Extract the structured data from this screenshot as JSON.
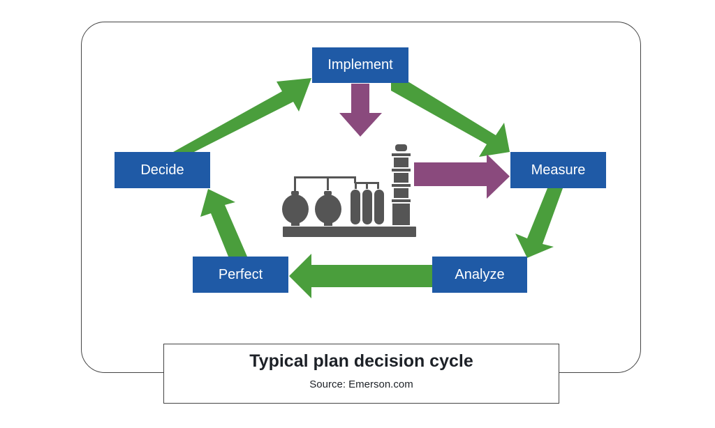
{
  "diagram": {
    "title": "Typical plan decision cycle",
    "source": "Source: Emerson.com",
    "colors": {
      "node_fill": "#1f5aa6",
      "cycle_arrow": "#4a9e3c",
      "flow_arrow": "#8a4a7d",
      "plant_icon": "#555555"
    },
    "nodes": [
      {
        "id": "implement",
        "label": "Implement"
      },
      {
        "id": "measure",
        "label": "Measure"
      },
      {
        "id": "analyze",
        "label": "Analyze"
      },
      {
        "id": "perfect",
        "label": "Perfect"
      },
      {
        "id": "decide",
        "label": "Decide"
      }
    ],
    "cycle_edges": [
      {
        "from": "decide",
        "to": "implement"
      },
      {
        "from": "implement",
        "to": "measure"
      },
      {
        "from": "measure",
        "to": "analyze"
      },
      {
        "from": "analyze",
        "to": "perfect"
      },
      {
        "from": "perfect",
        "to": "decide"
      }
    ],
    "flow_edges": [
      {
        "from": "implement",
        "to": "plant"
      },
      {
        "from": "plant",
        "to": "measure"
      }
    ],
    "center_icon": "industrial-plant-icon"
  }
}
